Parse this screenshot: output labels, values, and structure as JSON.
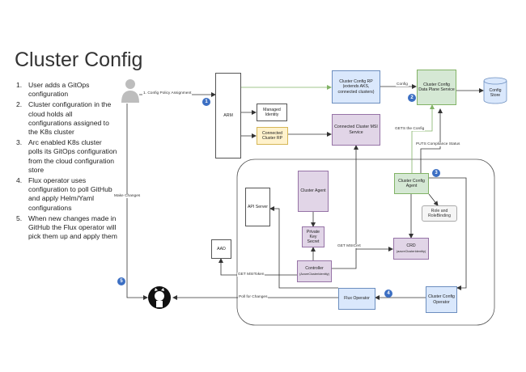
{
  "title": "Cluster Config",
  "steps": [
    {
      "num": "1.",
      "text": "User adds a GitOps configuration"
    },
    {
      "num": "2.",
      "text": "Cluster configuration in the cloud holds all configurations assigned to the K8s cluster"
    },
    {
      "num": "3.",
      "text": "Arc enabled K8s cluster polls its GitOps configuration from the cloud configuration store"
    },
    {
      "num": "4.",
      "text": "Flux operator uses configuration to poll GitHub and apply Helm/Yaml configurations"
    },
    {
      "num": "5.",
      "text": "When new changes made in GitHub the Flux operator will pick them up and apply them"
    }
  ],
  "nodes": {
    "arm": "ARM",
    "managed_identity": "Managed Identity",
    "connected_cluster_rp": "Connected Cluster RP",
    "cluster_config_rp": "Cluster Config RP (extends AKS, connected clusters)",
    "msi_service": "Connected Cluster MSI Service",
    "data_plane": "Cluster Config Data Plane Service",
    "config_store": "Config Store",
    "cluster_agent": "Cluster Agent",
    "private_key": "Private Key Secret",
    "api_server": "API Server",
    "aad": "AAD",
    "controller": "Controller",
    "controller_sub": "(AzureClusterIdentity)",
    "crd": "CRD",
    "crd_sub": "(azureClusterIdentity)",
    "cc_agent": "Cluster Config Agent",
    "role_binding": "Role and RoleBinding",
    "flux_operator": "Flux Operator",
    "cc_operator": "Cluster Config Operator"
  },
  "edges": {
    "policy": "1. Config Policy Assignment",
    "config": "Config",
    "gets_config": "GETS the Config",
    "puts_status": "PUTS Compliance Status",
    "get_msi_cert": "GET MSICert",
    "get_msi_token": "GET MSIToken",
    "poll_changes": "Poll for Changes",
    "make_changes": "Make Changes"
  },
  "badges": [
    "1",
    "2",
    "3",
    "4",
    "5"
  ],
  "colors": {
    "badge": "#3c6fc3",
    "blue_fill": "#dae8fc",
    "green_fill": "#d5e8d4",
    "purple_fill": "#e1d5e7",
    "yellow_fill": "#fff2cc",
    "arrow_green": "#82b366"
  },
  "icons": [
    "user-icon",
    "github-icon",
    "database-icon"
  ]
}
